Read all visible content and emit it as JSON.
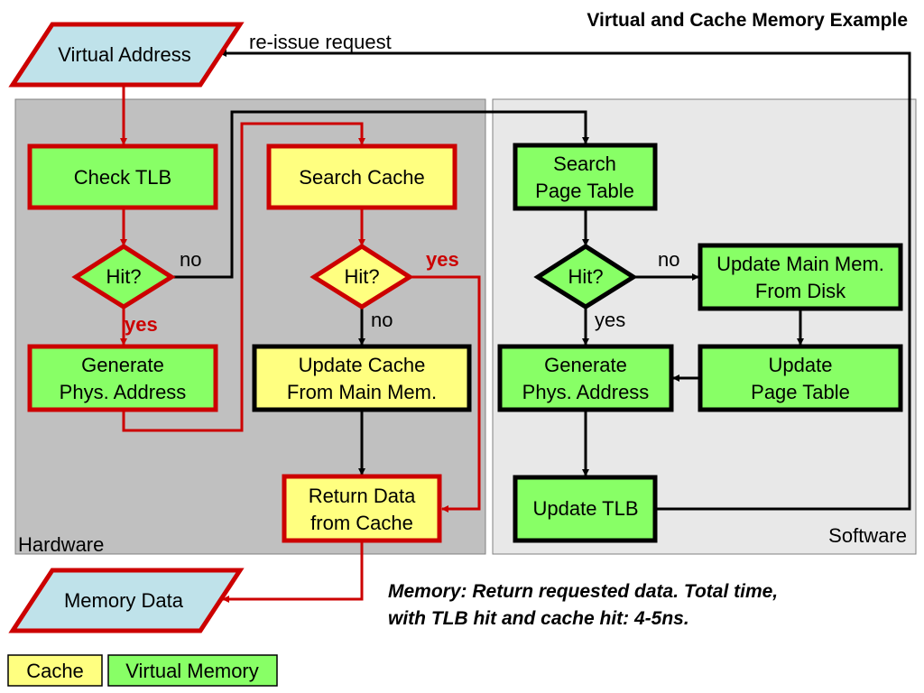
{
  "title": "Virtual and Cache Memory Example",
  "colors": {
    "cache_fill": "#ffff80",
    "vm_fill": "#88ff66",
    "io_fill": "#bfe2ea",
    "red": "#cc0000",
    "hardware_bg": "#c0c0c0",
    "software_bg": "#e8e8e8"
  },
  "regions": {
    "hardware": "Hardware",
    "software": "Software"
  },
  "nodes": {
    "virtual_address": "Virtual Address",
    "memory_data": "Memory Data",
    "check_tlb": "Check TLB",
    "hit1": "Hit?",
    "gen_phys_hw": [
      "Generate",
      "Phys. Address"
    ],
    "search_cache": "Search Cache",
    "hit2": "Hit?",
    "update_cache": [
      "Update Cache",
      "From Main Mem."
    ],
    "return_data": [
      "Return Data",
      "from Cache"
    ],
    "search_pt": [
      "Search",
      "Page Table"
    ],
    "hit3": "Hit?",
    "update_main": [
      "Update Main Mem.",
      "From Disk"
    ],
    "gen_phys_sw": [
      "Generate",
      "Phys. Address"
    ],
    "update_pt": [
      "Update",
      "Page Table"
    ],
    "update_tlb": "Update TLB"
  },
  "labels": {
    "reissue": "re-issue request",
    "tlb_no": "no",
    "tlb_yes": "yes",
    "cache_yes": "yes",
    "cache_no": "no",
    "pt_no": "no",
    "pt_yes": "yes"
  },
  "note": [
    "Memory: Return requested data.  Total time,",
    "with TLB hit and cache hit: 4-5ns."
  ],
  "legend": {
    "cache": "Cache",
    "virtual_memory": "Virtual Memory"
  }
}
